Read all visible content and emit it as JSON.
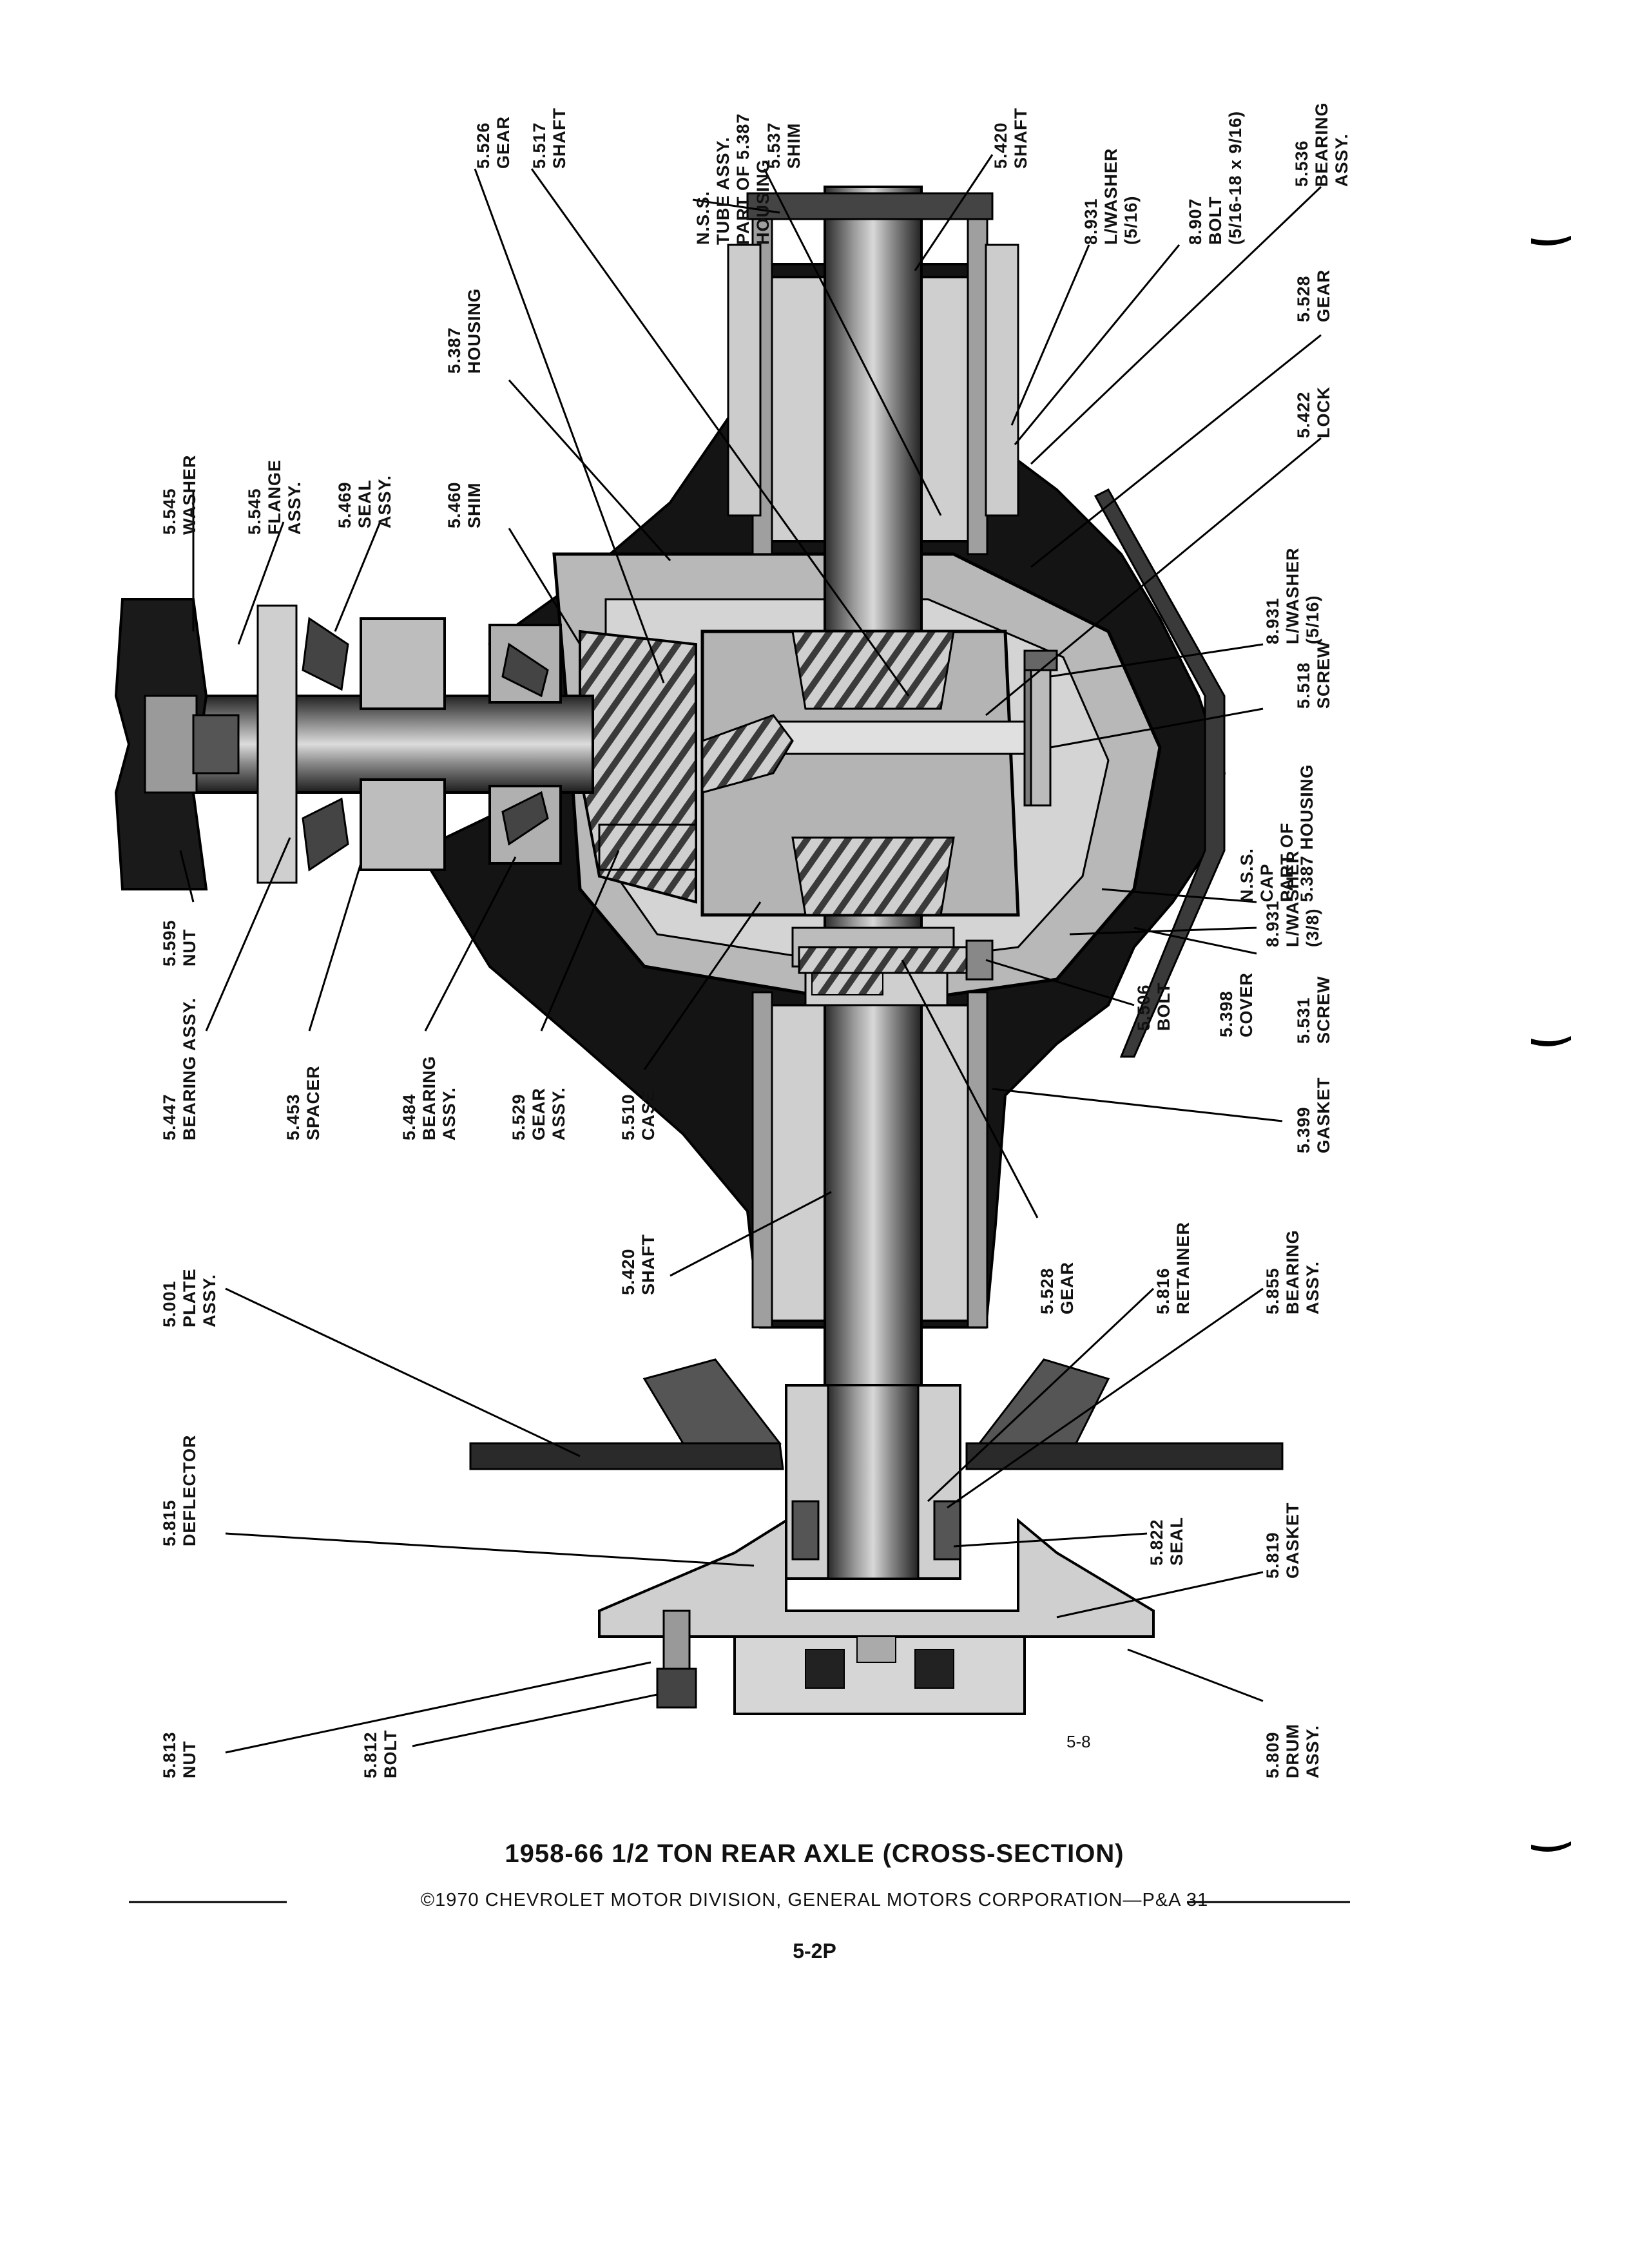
{
  "title": "1958-66 1/2 TON REAR AXLE (CROSS-SECTION)",
  "copyright": "©1970 CHEVROLET MOTOR DIVISION, GENERAL MOTORS CORPORATION—P&A 31",
  "page_number": "5-2P",
  "figure_number": "5-8",
  "labels": [
    {
      "id": "gear-5526",
      "lines": [
        "5.526",
        "GEAR"
      ]
    },
    {
      "id": "shaft-5517",
      "lines": [
        "5.517",
        "SHAFT"
      ]
    },
    {
      "id": "tube-assy",
      "lines": [
        "N.S.S.",
        "TUBE ASSY.",
        "PART OF 5.387",
        "HOUSING"
      ]
    },
    {
      "id": "shim-5537",
      "lines": [
        "5.537",
        "SHIM"
      ]
    },
    {
      "id": "shaft-5420-top",
      "lines": [
        "5.420",
        "SHAFT"
      ]
    },
    {
      "id": "lwasher-8931-a",
      "lines": [
        "8.931",
        "L/WASHER",
        "(5/16)"
      ]
    },
    {
      "id": "bolt-8907",
      "lines": [
        "8.907",
        "BOLT",
        "(5/16-18 x 9/16)"
      ]
    },
    {
      "id": "bearing-5536",
      "lines": [
        "5.536",
        "BEARING",
        "ASSY."
      ]
    },
    {
      "id": "gear-5528-right",
      "lines": [
        "5.528",
        "GEAR"
      ]
    },
    {
      "id": "lock-5422",
      "lines": [
        "5.422",
        "LOCK"
      ]
    },
    {
      "id": "lwasher-8931-b",
      "lines": [
        "8.931",
        "L/WASHER",
        "(5/16)"
      ]
    },
    {
      "id": "screw-5518",
      "lines": [
        "5.518",
        "SCREW"
      ]
    },
    {
      "id": "cap-nss",
      "lines": [
        "N.S.S.",
        "CAP",
        "PART OF",
        "5.387 HOUSING"
      ]
    },
    {
      "id": "lwasher-8931-c",
      "lines": [
        "8.931",
        "L/WASHER",
        "(3/8)"
      ]
    },
    {
      "id": "screw-5531",
      "lines": [
        "5.531",
        "SCREW"
      ]
    },
    {
      "id": "cover-5398",
      "lines": [
        "5.398",
        "COVER"
      ]
    },
    {
      "id": "bolt-5506",
      "lines": [
        "5.506",
        "BOLT"
      ]
    },
    {
      "id": "gasket-5399",
      "lines": [
        "5.399",
        "GASKET"
      ]
    },
    {
      "id": "gear-5528-bottom",
      "lines": [
        "5.528",
        "GEAR"
      ]
    },
    {
      "id": "retainer-5816",
      "lines": [
        "5.816",
        "RETAINER"
      ]
    },
    {
      "id": "bearing-5855",
      "lines": [
        "5.855",
        "BEARING",
        "ASSY."
      ]
    },
    {
      "id": "seal-5822",
      "lines": [
        "5.822",
        "SEAL"
      ]
    },
    {
      "id": "gasket-5819",
      "lines": [
        "5.819",
        "GASKET"
      ]
    },
    {
      "id": "drum-5809",
      "lines": [
        "5.809",
        "DRUM",
        "ASSY."
      ]
    },
    {
      "id": "housing-5387",
      "lines": [
        "5.387",
        "HOUSING"
      ]
    },
    {
      "id": "shim-5460",
      "lines": [
        "5.460",
        "SHIM"
      ]
    },
    {
      "id": "seal-5469",
      "lines": [
        "5.469",
        "SEAL",
        "ASSY."
      ]
    },
    {
      "id": "flange-5545",
      "lines": [
        "5.545",
        "FLANGE",
        "ASSY."
      ]
    },
    {
      "id": "washer-5545",
      "lines": [
        "5.545",
        "WASHER"
      ]
    },
    {
      "id": "nut-5595",
      "lines": [
        "5.595",
        "NUT"
      ]
    },
    {
      "id": "bearing-5447",
      "lines": [
        "5.447",
        "BEARING ASSY."
      ]
    },
    {
      "id": "spacer-5453",
      "lines": [
        "5.453",
        "SPACER"
      ]
    },
    {
      "id": "bearing-5484",
      "lines": [
        "5.484",
        "BEARING",
        "ASSY."
      ]
    },
    {
      "id": "gear-5529",
      "lines": [
        "5.529",
        "GEAR",
        "ASSY."
      ]
    },
    {
      "id": "case-5510",
      "lines": [
        "5.510",
        "CASE"
      ]
    },
    {
      "id": "shaft-5420-bottom",
      "lines": [
        "5.420",
        "SHAFT"
      ]
    },
    {
      "id": "plate-5001",
      "lines": [
        "5.001",
        "PLATE",
        "ASSY."
      ]
    },
    {
      "id": "deflector-5815",
      "lines": [
        "5.815",
        "DEFLECTOR"
      ]
    },
    {
      "id": "nut-5813",
      "lines": [
        "5.813",
        "NUT"
      ]
    },
    {
      "id": "bolt-5812",
      "lines": [
        "5.812",
        "BOLT"
      ]
    }
  ]
}
